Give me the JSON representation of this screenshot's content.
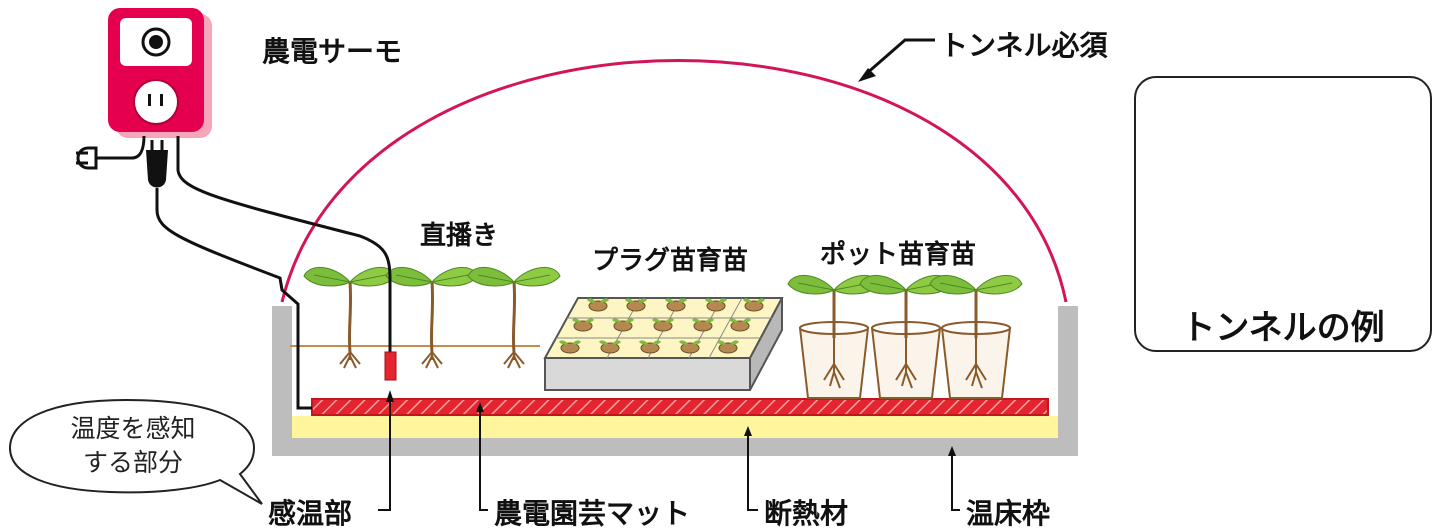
{
  "labels": {
    "thermostat": "農電サーモ",
    "tunnel_required": "トンネル必須",
    "direct_sowing": "直播き",
    "plug_seedling": "プラグ苗育苗",
    "pot_seedling": "ポット苗育苗",
    "sensor_part": "感温部",
    "heating_mat": "農電園芸マット",
    "insulation": "断熱材",
    "hotbed_frame": "温床枠"
  },
  "bubble": {
    "line1": "温度を感知",
    "line2": "する部分"
  },
  "photo": {
    "caption": "トンネルの例"
  },
  "colors": {
    "tunnel_arc": "#d4145a",
    "thermostat_body": "#e5004f",
    "mat_red": "#e4242e",
    "insulation_yellow": "#fff59d",
    "frame_gray": "#bdbdbd",
    "leaf_green": "#7cbd3b",
    "root_brown": "#8b5a2b",
    "tray_gray": "#d9d9d9"
  }
}
